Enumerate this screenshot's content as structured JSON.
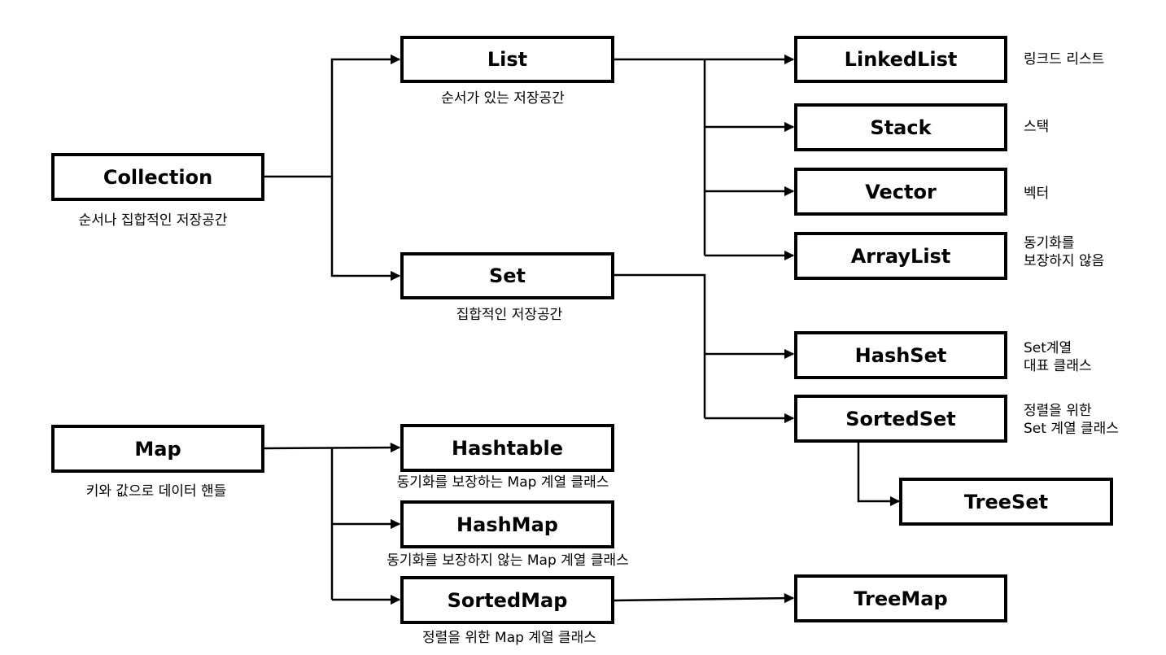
{
  "nodes": {
    "collection": "Collection",
    "list": "List",
    "set": "Set",
    "map": "Map",
    "linkedlist": "LinkedList",
    "stack": "Stack",
    "vector": "Vector",
    "arraylist": "ArrayList",
    "hashset": "HashSet",
    "sortedset": "SortedSet",
    "treeset": "TreeSet",
    "hashtable": "Hashtable",
    "hashmap": "HashMap",
    "sortedmap": "SortedMap",
    "treemap": "TreeMap"
  },
  "captions": {
    "collection": "순서나 집합적인 저장공간",
    "list": "순서가 있는 저장공간",
    "set": "집합적인 저장공간",
    "map": "키와 값으로 데이터 핸들",
    "hashtable": "동기화를 보장하는 Map 계열 클래스",
    "hashmap": "동기화를 보장하지 않는 Map 계열 클래스",
    "sortedmap": "정렬을 위한 Map 계열 클래스"
  },
  "side_notes": {
    "linkedlist": [
      "링크드 리스트"
    ],
    "stack": [
      "스택"
    ],
    "vector": [
      "벡터"
    ],
    "arraylist": [
      "동기화를",
      "보장하지 않음"
    ],
    "hashset": [
      "Set계열",
      "대표 클래스"
    ],
    "sortedset": [
      "정렬을 위한",
      "Set 계열 클래스"
    ]
  }
}
